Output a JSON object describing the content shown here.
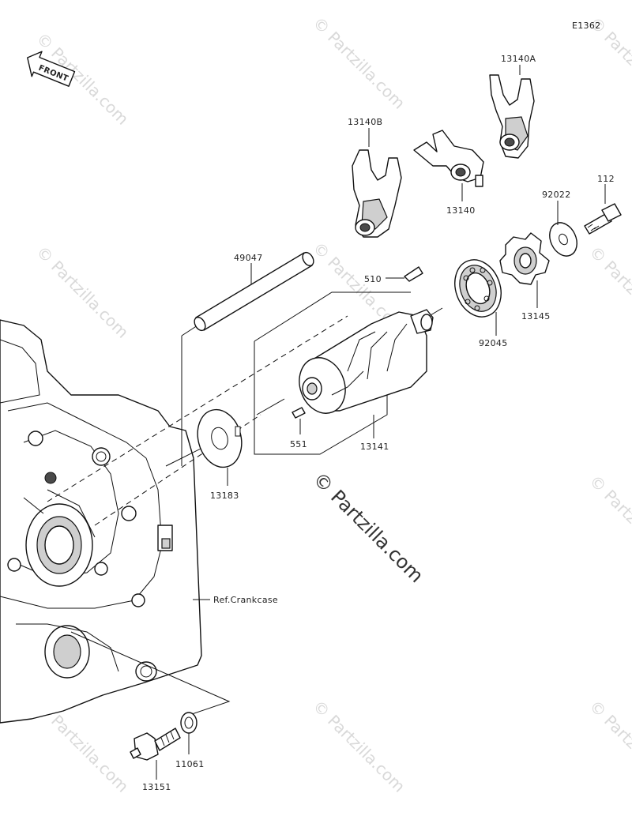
{
  "diagram_code": "E1362",
  "front_badge": "FRONT",
  "reference_label": "Ref.Crankcase",
  "watermark": {
    "center_text": "© Partzilla.com",
    "tile_text": "© Partzilla.com"
  },
  "parts": {
    "p13140A": "13140A",
    "p13140B": "13140B",
    "p13140": "13140",
    "p112": "112",
    "p92022": "92022",
    "p49047": "49047",
    "p510": "510",
    "p13145": "13145",
    "p92045": "92045",
    "p551": "551",
    "p13141": "13141",
    "p13183": "13183",
    "p11061": "11061",
    "p13151": "13151"
  },
  "colors": {
    "line": "#111111",
    "shade": "#cfcfcf",
    "watermark": "#d9d9d9"
  }
}
